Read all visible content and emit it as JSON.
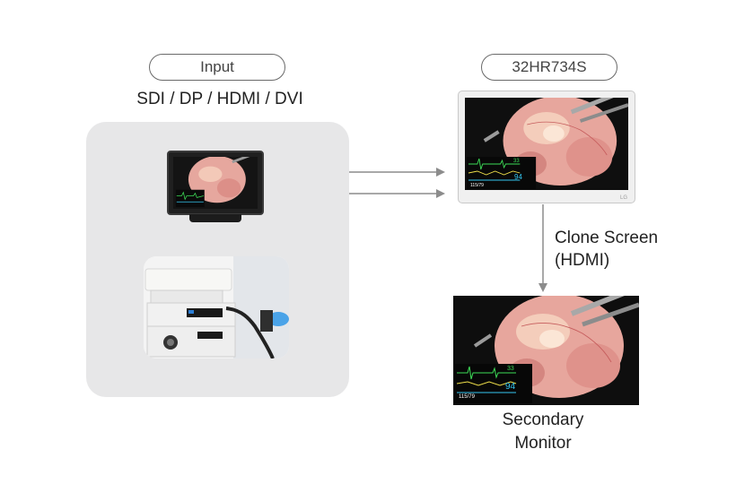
{
  "input": {
    "pill_label": "Input",
    "sources_text": "SDI / DP / HDMI / DVI"
  },
  "main_monitor": {
    "model_label": "32HR734S",
    "logo_text": "LG"
  },
  "clone": {
    "line1": "Clone Screen",
    "line2": "(HDMI)"
  },
  "secondary": {
    "line1": "Secondary",
    "line2": "Monitor"
  },
  "vitals": {
    "value_a": "33",
    "value_b": "94",
    "bp": "115/79"
  },
  "colors": {
    "arrow": "#8c8c8c",
    "panel": "#e7e7e8",
    "tissue": "#e8a8a0",
    "vitals_green": "#3ddc57",
    "vitals_cyan": "#34c6f0"
  }
}
